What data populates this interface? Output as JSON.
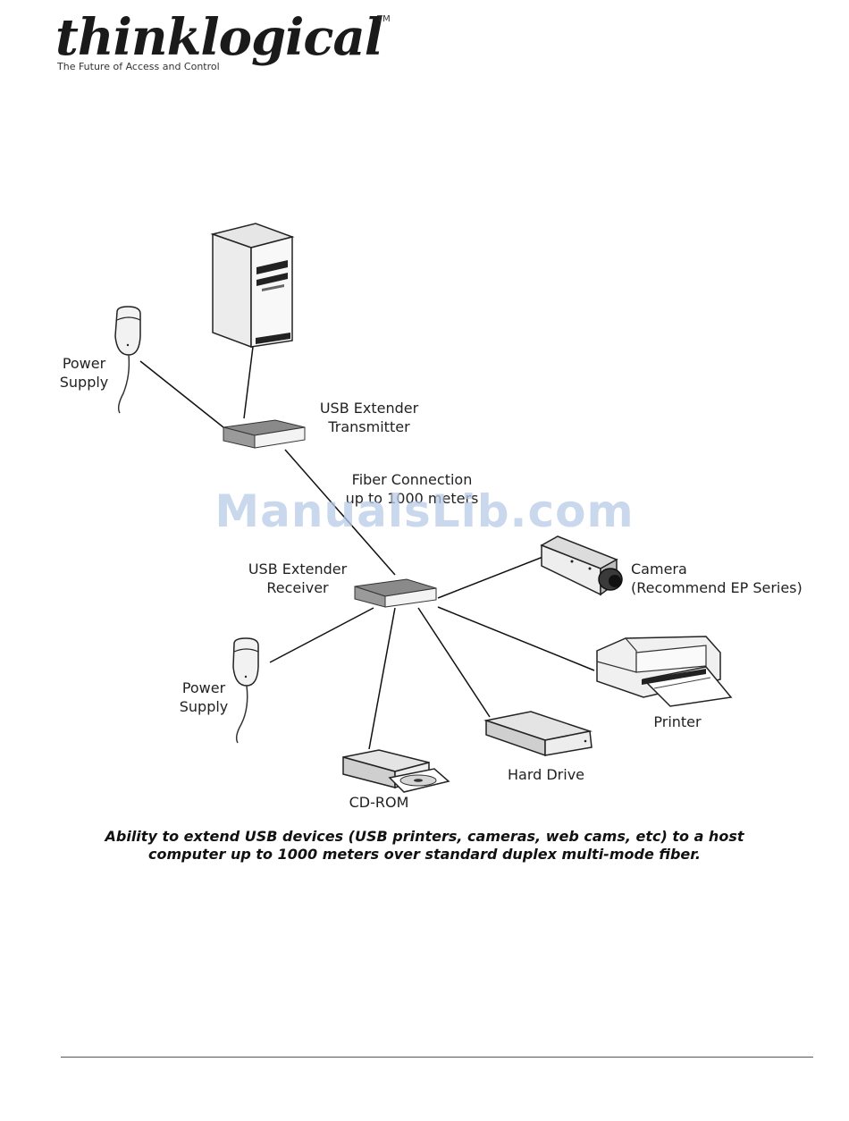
{
  "header": {
    "logo_text": "thinklogical",
    "trademark": "TM",
    "tagline": "The Future of Access and Control"
  },
  "diagram": {
    "labels": {
      "power_supply_top": [
        "Power",
        "Supply"
      ],
      "transmitter": [
        "USB Extender",
        "Transmitter"
      ],
      "fiber": [
        "Fiber Connection",
        "up to 1000 meters"
      ],
      "receiver": [
        "USB Extender",
        "Receiver"
      ],
      "camera": [
        "Camera",
        "(Recommend EP Series)"
      ],
      "power_supply_bottom": [
        "Power",
        "Supply"
      ],
      "printer": "Printer",
      "hard_drive": "Hard Drive",
      "cdrom": "CD-ROM"
    }
  },
  "watermark": "ManualsLib.com",
  "caption": {
    "line1": "Ability to extend USB devices (USB printers, cameras, web cams, etc) to a host",
    "line2": "computer up to 1000 meters over standard duplex multi-mode fiber."
  }
}
